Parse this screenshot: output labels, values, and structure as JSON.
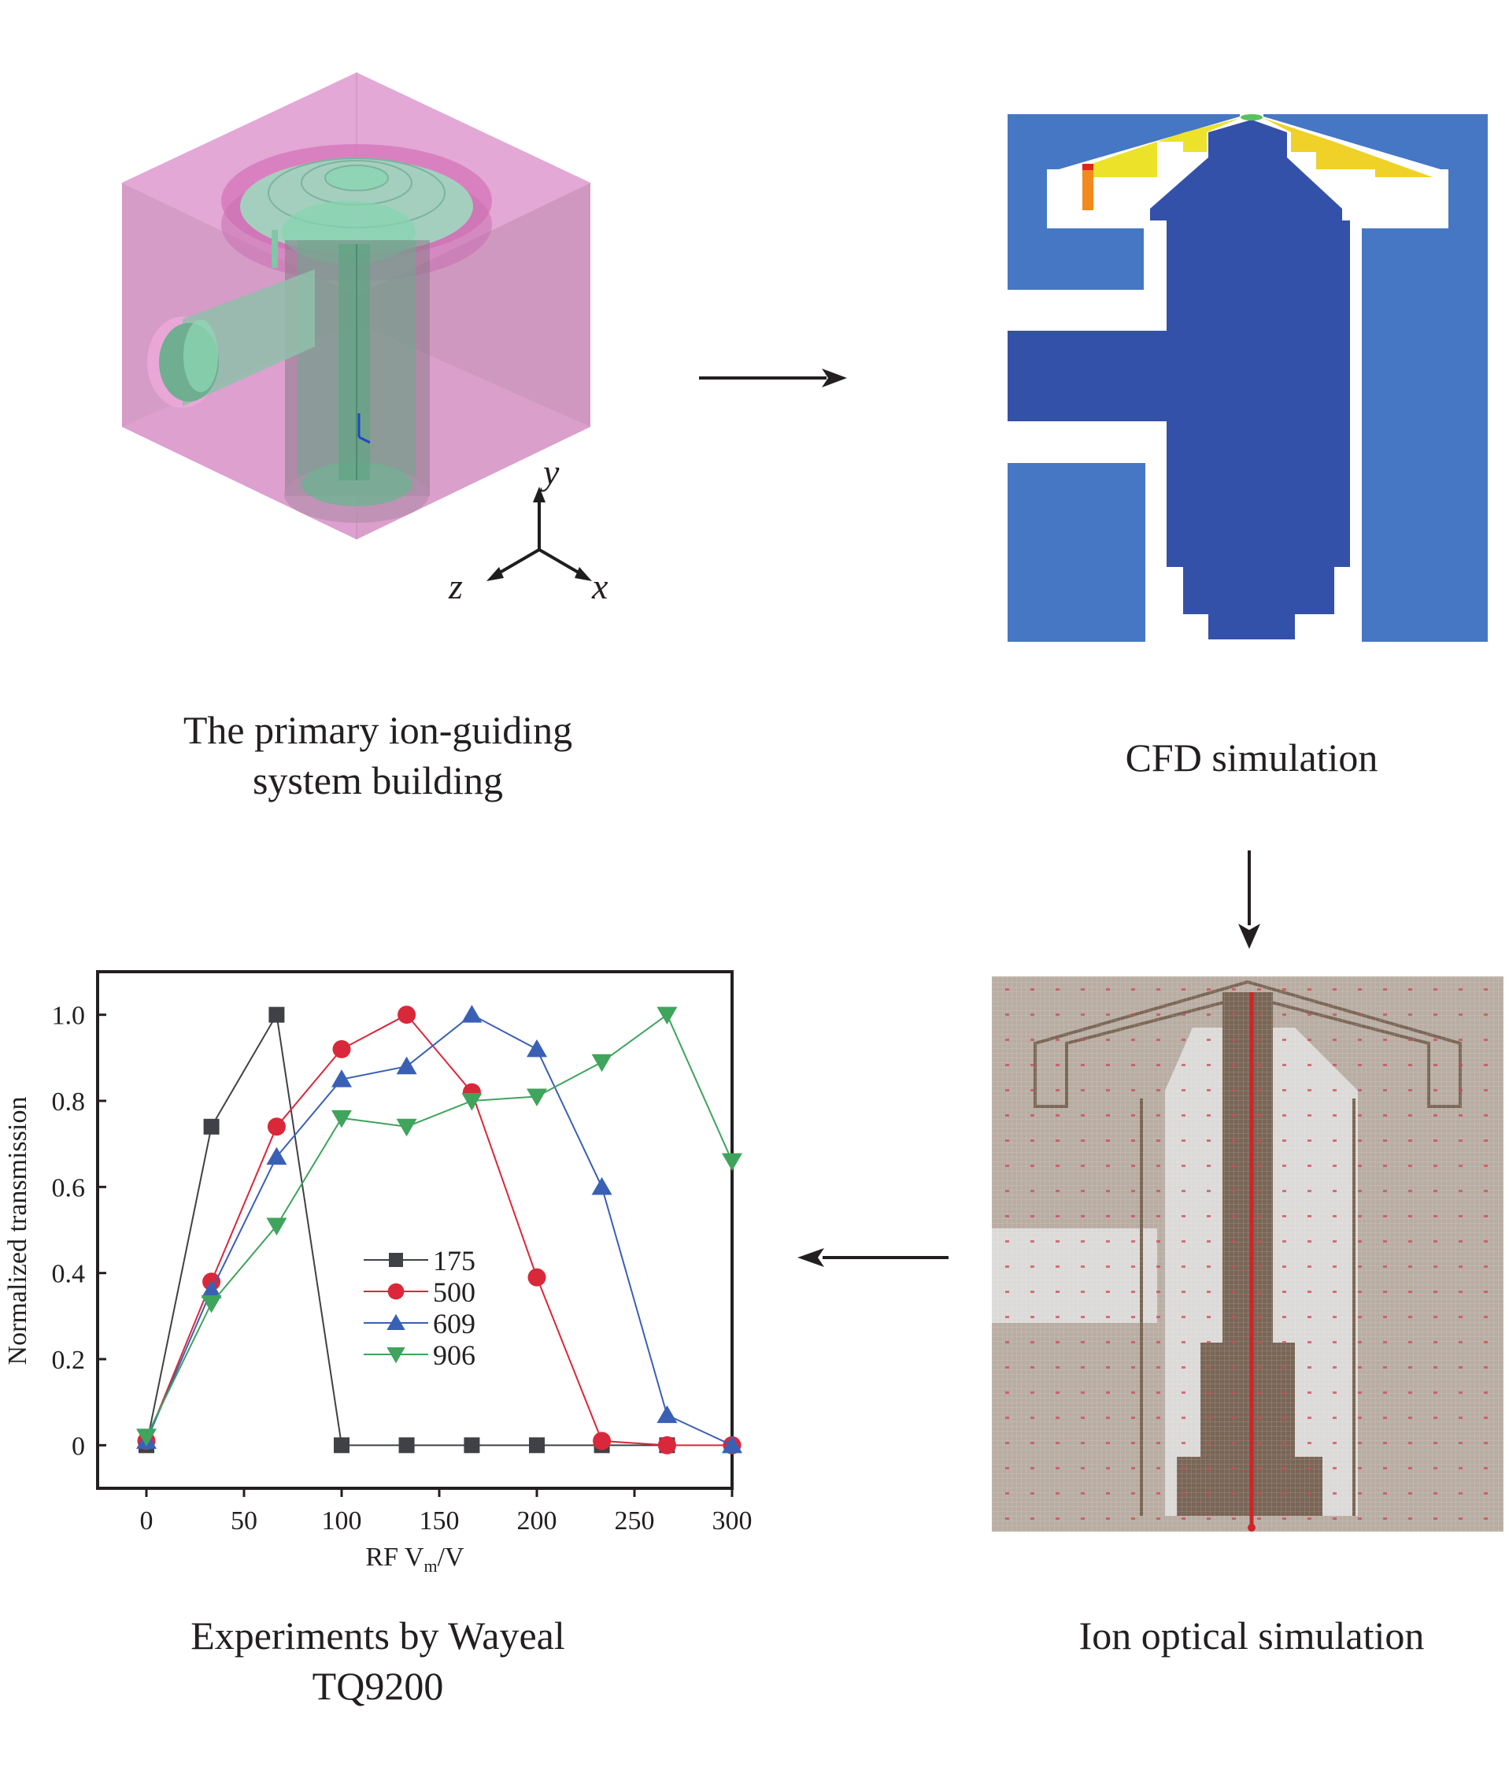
{
  "figure": {
    "panels": {
      "model": {
        "caption_line1": "The primary ion-guiding",
        "caption_line2": "system building",
        "axes_labels": {
          "y": "y",
          "z": "z",
          "x": "x"
        },
        "colors": {
          "box": "#e2a3d3",
          "box_dark": "#cf95c4",
          "ring": "#d872b8",
          "part": "#7fd3ad",
          "part_dark": "#5fae8b"
        }
      },
      "cfd": {
        "caption": "CFD simulation",
        "colors": {
          "background": "#4677c4",
          "body": "#3451a9",
          "gap": "#ffffff",
          "flow_high": "#f2d12a",
          "flow_peak": "#e9e52c",
          "hotspot": "#f08a1e",
          "hotspot_peak": "#e2231a",
          "inlet": "#55c25a"
        }
      },
      "ion_optical": {
        "caption": "Ion optical simulation",
        "colors": {
          "grid_bg": "#b9ada3",
          "light_region": "#dcdcdc",
          "electrode": "#7a6656",
          "trajectory": "#d2232a",
          "dot": "#d24a5a"
        }
      },
      "experiment": {
        "caption_line1": "Experiments by Wayeal",
        "caption_line2": "TQ9200"
      }
    },
    "arrows": [
      {
        "name": "model-to-cfd",
        "direction": "right"
      },
      {
        "name": "cfd-to-ion-optical",
        "direction": "down"
      },
      {
        "name": "ion-optical-to-experiment",
        "direction": "left"
      }
    ]
  },
  "chart_data": {
    "type": "line",
    "title": "",
    "xlabel": "RF V",
    "xlabel_sub": "m",
    "xlabel_suffix": "/V",
    "ylabel": "Normalized transmission",
    "xlim": [
      -25,
      300
    ],
    "ylim": [
      -0.1,
      1.1
    ],
    "xticks": [
      0,
      50,
      100,
      150,
      200,
      250,
      300
    ],
    "xtick_labels": [
      "0",
      "50",
      "100",
      "150",
      "200",
      "250",
      "300"
    ],
    "yticks": [
      0,
      0.2,
      0.4,
      0.6,
      0.8,
      1.0
    ],
    "ytick_labels": [
      "0",
      "0.2",
      "0.4",
      "0.6",
      "0.8",
      "1.0"
    ],
    "grid": false,
    "legend_position": "center",
    "series": [
      {
        "name": "175",
        "color": "#3f4146",
        "marker": "square",
        "x": [
          0,
          33.3,
          66.7,
          100,
          133.3,
          166.7,
          200,
          233.3,
          266.7
        ],
        "y": [
          0,
          0.74,
          1.0,
          0,
          0,
          0,
          0,
          0,
          0
        ]
      },
      {
        "name": "500",
        "color": "#d9283a",
        "marker": "circle",
        "x": [
          0,
          33.3,
          66.7,
          100,
          133.3,
          166.7,
          200,
          233.3,
          266.7,
          300
        ],
        "y": [
          0.01,
          0.38,
          0.74,
          0.92,
          1.0,
          0.82,
          0.39,
          0.01,
          0,
          0
        ]
      },
      {
        "name": "609",
        "color": "#3a60b5",
        "marker": "triangle-up",
        "x": [
          0,
          33.3,
          66.7,
          100,
          133.3,
          166.7,
          200,
          233.3,
          266.7,
          300
        ],
        "y": [
          0.01,
          0.36,
          0.67,
          0.85,
          0.88,
          1.0,
          0.92,
          0.6,
          0.07,
          0
        ]
      },
      {
        "name": "906",
        "color": "#3fa45c",
        "marker": "triangle-down",
        "x": [
          0,
          33.3,
          66.7,
          100,
          133.3,
          166.7,
          200,
          233.3,
          266.7,
          300
        ],
        "y": [
          0.02,
          0.33,
          0.51,
          0.76,
          0.74,
          0.8,
          0.81,
          0.89,
          1.0,
          0.66
        ]
      }
    ]
  }
}
